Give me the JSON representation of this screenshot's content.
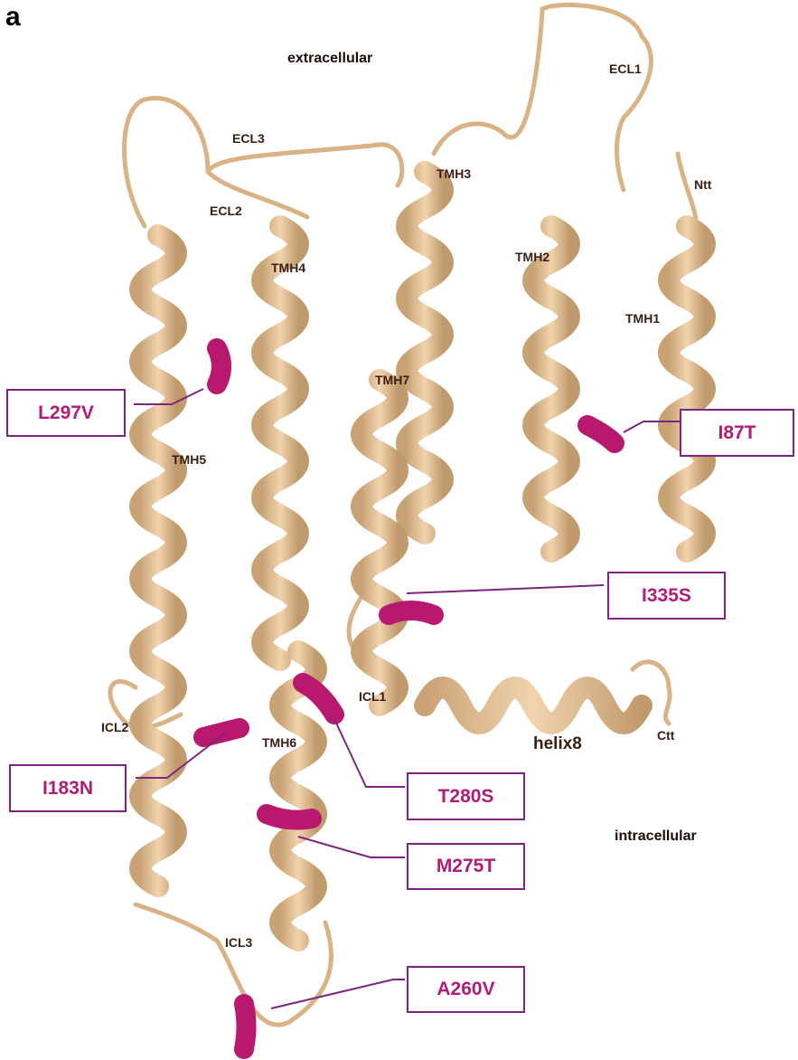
{
  "panel_letter": "a",
  "colors": {
    "ribbon": "#e7c29a",
    "ribbon_dark": "#b88f62",
    "mutation": "#b8196e",
    "box_border": "#7d2580",
    "box_text": "#b01c78",
    "label_text": "#3b1d14"
  },
  "regions": {
    "extracellular": "extracellular",
    "intracellular": "intracellular"
  },
  "helix_labels": {
    "tmh1": "TMH1",
    "tmh2": "TMH2",
    "tmh3": "TMH3",
    "tmh4": "TMH4",
    "tmh5": "TMH5",
    "tmh6": "TMH6",
    "tmh7": "TMH7",
    "helix8": "helix8"
  },
  "loop_labels": {
    "ecl1": "ECL1",
    "ecl2": "ECL2",
    "ecl3": "ECL3",
    "icl1": "ICL1",
    "icl2": "ICL2",
    "icl3": "ICL3",
    "ntt": "Ntt",
    "ctt": "Ctt"
  },
  "mutations": {
    "l297v": "L297V",
    "i87t": "I87T",
    "i335s": "I335S",
    "i183n": "I183N",
    "t280s": "T280S",
    "m275t": "M275T",
    "a260v": "A260V"
  }
}
